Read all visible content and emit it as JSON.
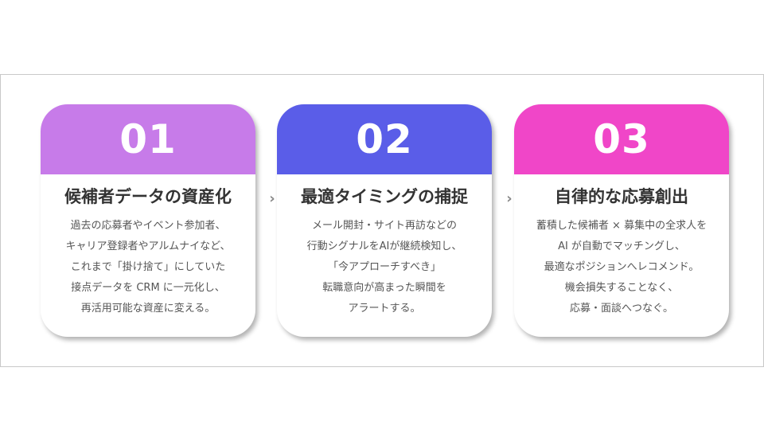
{
  "colors": {
    "card1": "#c77be9",
    "card2": "#5a5de8",
    "card3": "#f046c8"
  },
  "arrow_glyph": "›",
  "cards": [
    {
      "number": "01",
      "title": "候補者データの資産化",
      "lines": [
        "過去の応募者やイベント参加者、",
        "キャリア登録者やアルムナイなど、",
        "これまで「掛け捨て」にしていた",
        "接点データを CRM に一元化し、",
        "再活用可能な資産に変える。"
      ]
    },
    {
      "number": "02",
      "title": "最適タイミングの捕捉",
      "lines": [
        "メール開封・サイト再訪などの",
        "行動シグナルをAIが継続検知し、",
        "「今アプローチすべき」",
        "転職意向が高まった瞬間を",
        "アラートする。"
      ]
    },
    {
      "number": "03",
      "title": "自律的な応募創出",
      "lines": [
        "蓄積した候補者 × 募集中の全求人を",
        "AI が自動でマッチングし、",
        "最適なポジションへレコメンド。",
        "機会損失することなく、",
        "応募・面談へつなぐ。"
      ]
    }
  ]
}
